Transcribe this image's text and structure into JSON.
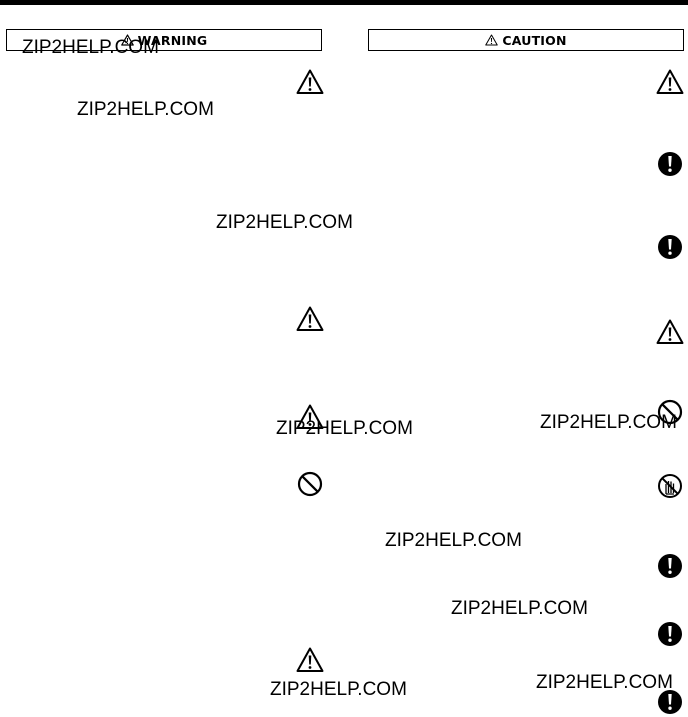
{
  "warning_header": {
    "label": "WARNING",
    "icon": "caution-triangle-icon"
  },
  "caution_header": {
    "label": "CAUTION",
    "icon": "caution-triangle-icon"
  },
  "watermark": "ZIP2HELP.COM",
  "warning_symbols": [
    "caution-triangle-icon",
    "caution-triangle-icon",
    "caution-triangle-icon",
    "prohibition-icon",
    "caution-triangle-icon"
  ],
  "caution_symbols": [
    "caution-triangle-icon",
    "mandatory-action-icon",
    "mandatory-action-icon",
    "caution-triangle-icon",
    "prohibition-icon",
    "do-not-touch-icon",
    "mandatory-action-icon",
    "mandatory-action-icon",
    "mandatory-action-icon"
  ]
}
